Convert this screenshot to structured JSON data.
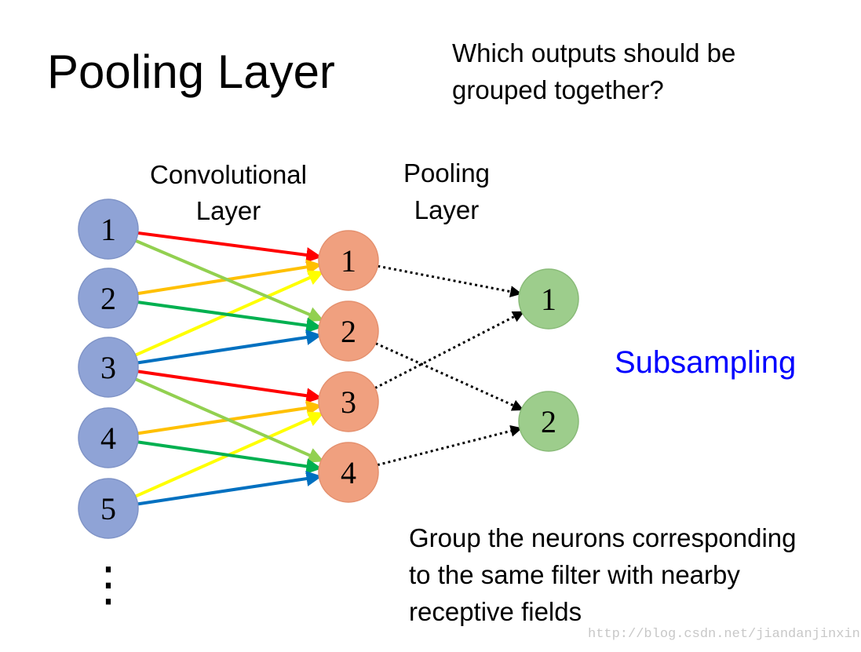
{
  "title": "Pooling Layer",
  "question_lines": [
    "Which outputs should be",
    "grouped together?"
  ],
  "conv_layer_label_lines": [
    "Convolutional",
    "Layer"
  ],
  "pool_layer_label_lines": [
    "Pooling",
    "Layer"
  ],
  "subsampling_label": "Subsampling",
  "description_lines": [
    "Group the neurons corresponding",
    "to the same filter with nearby",
    "receptive fields"
  ],
  "watermark": "http://blog.csdn.net/jiandanjinxin",
  "input_nodes": [
    "1",
    "2",
    "3",
    "4",
    "5"
  ],
  "conv_nodes": [
    "1",
    "2",
    "3",
    "4"
  ],
  "pool_nodes": [
    "1",
    "2"
  ],
  "ellipsis": "⋮",
  "colors": {
    "input_fill": "#8fa3d6",
    "input_stroke": "#7f93c6",
    "conv_fill": "#f0a07f",
    "conv_stroke": "#e4906e",
    "pool_fill": "#9dcd8c",
    "pool_stroke": "#88ba77",
    "subsampling_text": "#0000ff"
  },
  "edges": [
    {
      "from": "input-1",
      "to": "conv-1",
      "color": "#ff0000"
    },
    {
      "from": "input-2",
      "to": "conv-1",
      "color": "#ffc000"
    },
    {
      "from": "input-3",
      "to": "conv-1",
      "color": "#ffff00"
    },
    {
      "from": "input-1",
      "to": "conv-2",
      "color": "#92d050"
    },
    {
      "from": "input-2",
      "to": "conv-2",
      "color": "#00b050"
    },
    {
      "from": "input-3",
      "to": "conv-2",
      "color": "#0070c0"
    },
    {
      "from": "input-3",
      "to": "conv-3",
      "color": "#ff0000"
    },
    {
      "from": "input-4",
      "to": "conv-3",
      "color": "#ffc000"
    },
    {
      "from": "input-5",
      "to": "conv-3",
      "color": "#ffff00"
    },
    {
      "from": "input-3",
      "to": "conv-4",
      "color": "#92d050"
    },
    {
      "from": "input-4",
      "to": "conv-4",
      "color": "#00b050"
    },
    {
      "from": "input-5",
      "to": "conv-4",
      "color": "#0070c0"
    },
    {
      "from": "conv-1",
      "to": "pool-1",
      "color": "#000000",
      "style": "dotted"
    },
    {
      "from": "conv-3",
      "to": "pool-1",
      "color": "#000000",
      "style": "dotted"
    },
    {
      "from": "conv-2",
      "to": "pool-2",
      "color": "#000000",
      "style": "dotted"
    },
    {
      "from": "conv-4",
      "to": "pool-2",
      "color": "#000000",
      "style": "dotted"
    }
  ]
}
